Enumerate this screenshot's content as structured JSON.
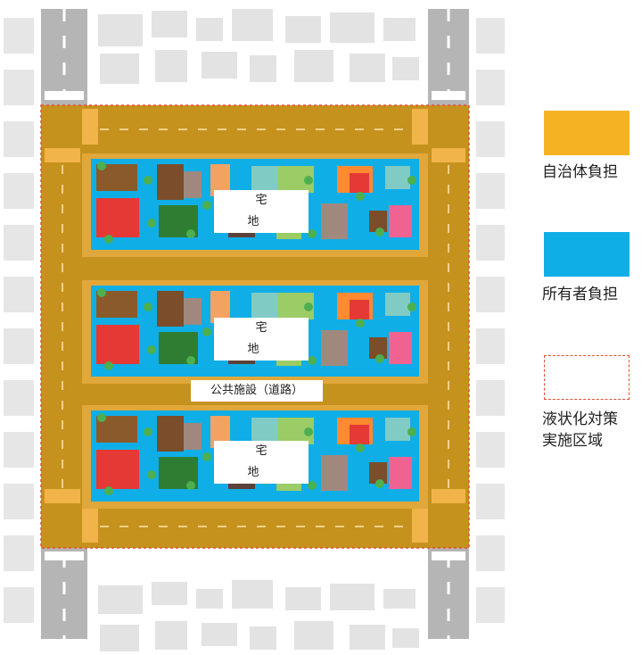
{
  "labels": {
    "lot_label": "宅　地",
    "public_label": "公共施設（道路）"
  },
  "legend": [
    {
      "text": "自治体負担",
      "color": "#f5b324"
    },
    {
      "text": "所有者負担",
      "color": "#10aee7"
    },
    {
      "text": "液状化対策\n実施区域",
      "color": "#e05030",
      "style": "dashed"
    }
  ],
  "colors": {
    "road_public": "#c6921e",
    "road_edge": "#e0a73a",
    "lot_fill": "#10aee7",
    "surround": "#e6e6e6",
    "outer_road": "#b3b3b3"
  }
}
